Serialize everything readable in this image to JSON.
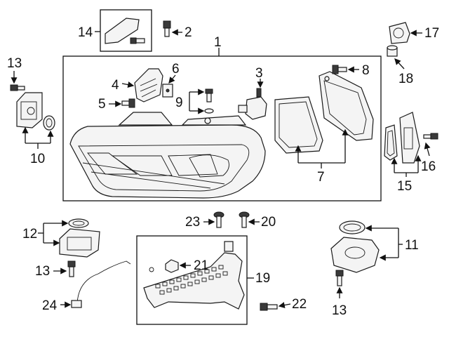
{
  "diagram": {
    "callouts": {
      "c1": "1",
      "c2": "2",
      "c3": "3",
      "c4": "4",
      "c5": "5",
      "c6": "6",
      "c7": "7",
      "c8": "8",
      "c9": "9",
      "c10": "10",
      "c11": "11",
      "c12": "12",
      "c13a": "13",
      "c13b": "13",
      "c13c": "13",
      "c14": "14",
      "c15": "15",
      "c16": "16",
      "c17": "17",
      "c18": "18",
      "c19": "19",
      "c20": "20",
      "c21": "21",
      "c22": "22",
      "c23": "23",
      "c24": "24"
    }
  }
}
